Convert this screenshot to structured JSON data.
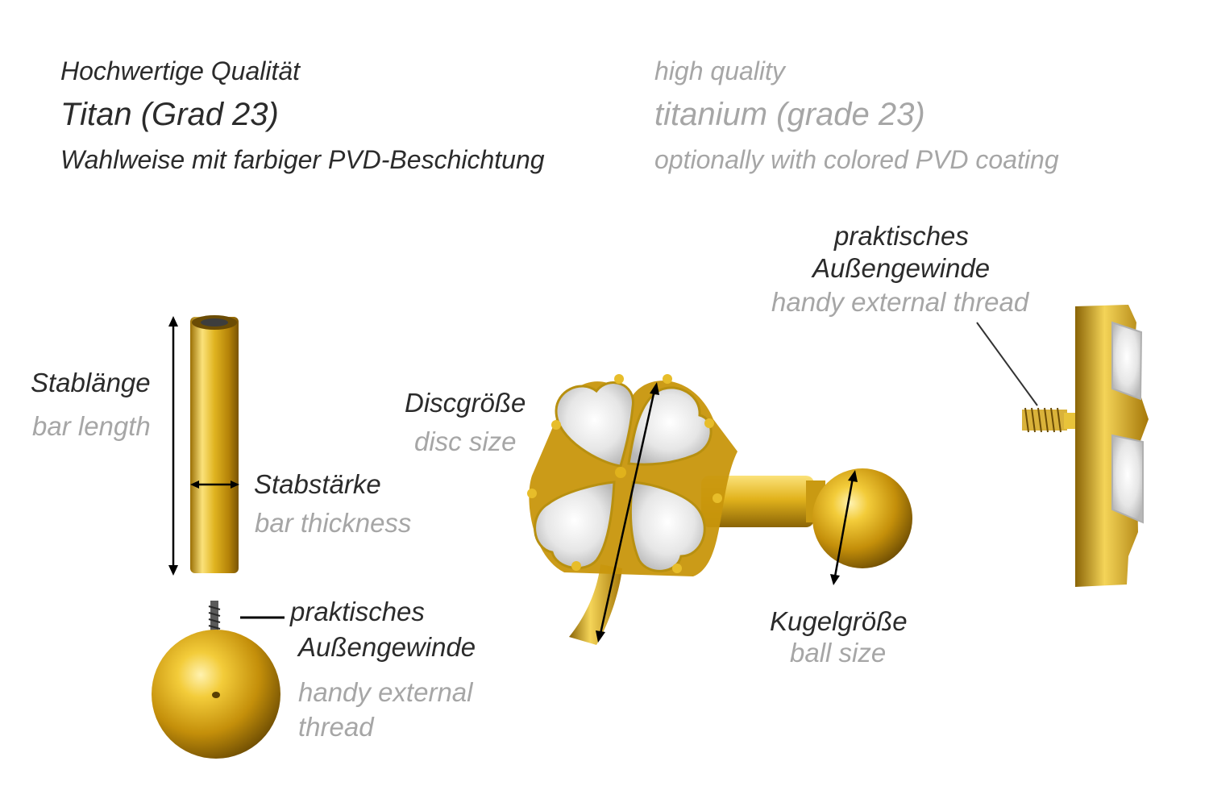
{
  "header": {
    "de": {
      "quality": "Hochwertige Qualität",
      "material": "Titan (Grad 23)",
      "coating": "Wahlweise mit farbiger PVD-Beschichtung"
    },
    "en": {
      "quality": "high quality",
      "material": "titanium (grade 23)",
      "coating": "optionally with colored PVD coating"
    }
  },
  "labels": {
    "bar_length": {
      "de": "Stablänge",
      "en": "bar length"
    },
    "bar_thickness": {
      "de": "Stabstärke",
      "en": "bar thickness"
    },
    "thread_left": {
      "de_line1": "praktisches",
      "de_line2": "Außengewinde",
      "en_line1": "handy external",
      "en_line2": "thread"
    },
    "disc_size": {
      "de": "Discgröße",
      "en": "disc size"
    },
    "ball_size": {
      "de": "Kugelgröße",
      "en": "ball size"
    },
    "thread_right": {
      "de_line1": "praktisches",
      "de_line2": "Außengewinde",
      "en": "handy external thread"
    }
  },
  "colors": {
    "german_text": "#2b2b2b",
    "english_text": "#a6a6a6",
    "gold": "#d9a90f",
    "gold_light": "#fbe27a",
    "gold_dark": "#8a6406"
  }
}
